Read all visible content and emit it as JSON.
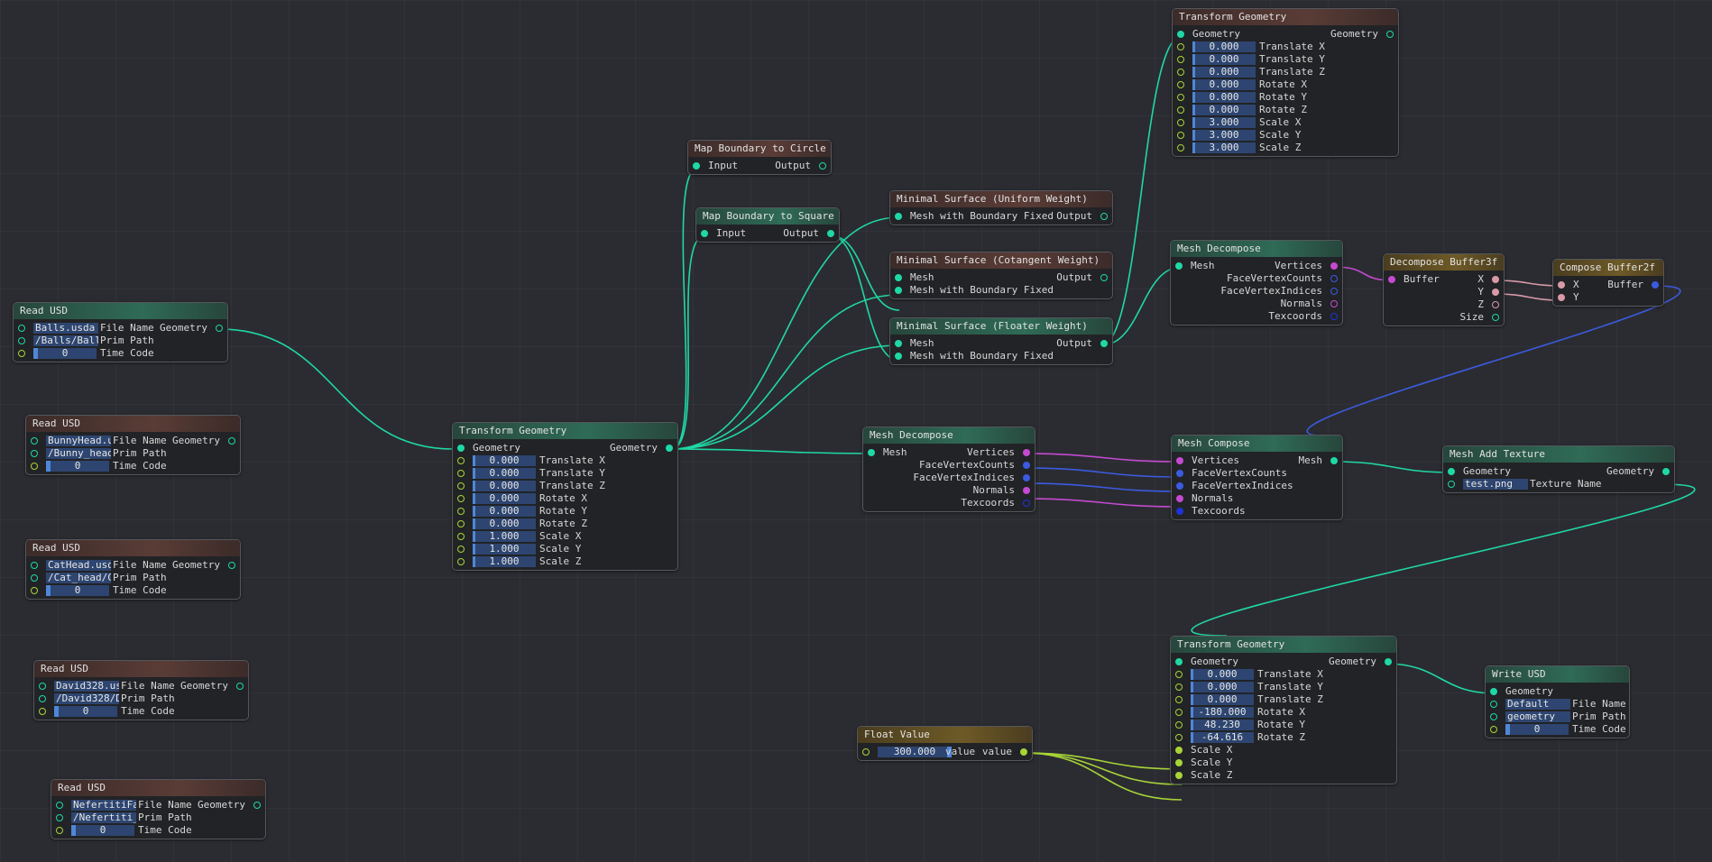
{
  "colors": {
    "geometry": "#1fd8a5",
    "float": "#a8d438",
    "vector": "#c44ad1",
    "int_buffer": "#3b5be0",
    "float2": "#d99aa8",
    "texcoords": "#1e34d6"
  },
  "nodes": {
    "read_balls": {
      "title": "Read USD",
      "file": "Balls.usda",
      "prim": "/Balls/Ball",
      "time": "0",
      "file_label": "File Name",
      "prim_label": "Prim Path",
      "time_label": "Time Code",
      "out": "Geometry"
    },
    "read_bunny": {
      "title": "Read USD",
      "file": "BunnyHead.u",
      "prim": "/Bunny_head",
      "time": "0",
      "file_label": "File Name",
      "prim_label": "Prim Path",
      "time_label": "Time Code",
      "out": "Geometry"
    },
    "read_cat": {
      "title": "Read USD",
      "file": "CatHead.usd",
      "prim": "/Cat_head/C",
      "time": "0",
      "file_label": "File Name",
      "prim_label": "Prim Path",
      "time_label": "Time Code",
      "out": "Geometry"
    },
    "read_david": {
      "title": "Read USD",
      "file": "David328.us",
      "prim": "/David328/D",
      "time": "0",
      "file_label": "File Name",
      "prim_label": "Prim Path",
      "time_label": "Time Code",
      "out": "Geometry"
    },
    "read_nef": {
      "title": "Read USD",
      "file": "NefertitiFa",
      "prim": "/Nefertiti_",
      "time": "0",
      "file_label": "File Name",
      "prim_label": "Prim Path",
      "time_label": "Time Code",
      "out": "Geometry"
    },
    "tg_main": {
      "title": "Transform Geometry",
      "in": "Geometry",
      "out": "Geometry",
      "params": [
        {
          "value": "0.000",
          "label": "Translate X"
        },
        {
          "value": "0.000",
          "label": "Translate Y"
        },
        {
          "value": "0.000",
          "label": "Translate Z"
        },
        {
          "value": "0.000",
          "label": "Rotate X"
        },
        {
          "value": "0.000",
          "label": "Rotate Y"
        },
        {
          "value": "0.000",
          "label": "Rotate Z"
        },
        {
          "value": "1.000",
          "label": "Scale X"
        },
        {
          "value": "1.000",
          "label": "Scale Y"
        },
        {
          "value": "1.000",
          "label": "Scale Z"
        }
      ]
    },
    "map_circle": {
      "title": "Map Boundary to Circle",
      "in": "Input",
      "out": "Output"
    },
    "map_square": {
      "title": "Map Boundary to Square",
      "in": "Input",
      "out": "Output"
    },
    "ms_uniform": {
      "title": "Minimal Surface (Uniform Weight)",
      "in1": "Mesh with Boundary Fixed",
      "out": "Output"
    },
    "ms_cotangent": {
      "title": "Minimal Surface (Cotangent Weight)",
      "in1": "Mesh",
      "in2": "Mesh with Boundary Fixed",
      "out": "Output"
    },
    "ms_floater": {
      "title": "Minimal Surface (Floater Weight)",
      "in1": "Mesh",
      "in2": "Mesh with Boundary Fixed",
      "out": "Output"
    },
    "tg_top": {
      "title": "Transform Geometry",
      "in": "Geometry",
      "out": "Geometry",
      "params": [
        {
          "value": "0.000",
          "label": "Translate X"
        },
        {
          "value": "0.000",
          "label": "Translate Y"
        },
        {
          "value": "0.000",
          "label": "Translate Z"
        },
        {
          "value": "0.000",
          "label": "Rotate X"
        },
        {
          "value": "0.000",
          "label": "Rotate Y"
        },
        {
          "value": "0.000",
          "label": "Rotate Z"
        },
        {
          "value": "3.000",
          "label": "Scale X"
        },
        {
          "value": "3.000",
          "label": "Scale Y"
        },
        {
          "value": "3.000",
          "label": "Scale Z"
        }
      ]
    },
    "mesh_decompose_top": {
      "title": "Mesh Decompose",
      "in": "Mesh",
      "outs": [
        "Vertices",
        "FaceVertexCounts",
        "FaceVertexIndices",
        "Normals",
        "Texcoords"
      ]
    },
    "decompose_buffer": {
      "title": "Decompose Buffer3f",
      "in": "Buffer",
      "outs": [
        "X",
        "Y",
        "Z",
        "Size"
      ]
    },
    "compose_buffer": {
      "title": "Compose Buffer2f",
      "ins": [
        "X",
        "Y"
      ],
      "out": "Buffer"
    },
    "mesh_decompose_mid": {
      "title": "Mesh Decompose",
      "in": "Mesh",
      "outs": [
        "Vertices",
        "FaceVertexCounts",
        "FaceVertexIndices",
        "Normals",
        "Texcoords"
      ]
    },
    "mesh_compose": {
      "title": "Mesh Compose",
      "ins": [
        "Vertices",
        "FaceVertexCounts",
        "FaceVertexIndices",
        "Normals",
        "Texcoords"
      ],
      "out": "Mesh"
    },
    "mesh_add_texture": {
      "title": "Mesh Add Texture",
      "in": "Geometry",
      "out": "Geometry",
      "texture": "test.png",
      "texture_label": "Texture Name"
    },
    "tg_bottom": {
      "title": "Transform Geometry",
      "in": "Geometry",
      "out": "Geometry",
      "params": [
        {
          "value": "0.000",
          "label": "Translate X"
        },
        {
          "value": "0.000",
          "label": "Translate Y"
        },
        {
          "value": "0.000",
          "label": "Translate Z"
        },
        {
          "value": "-180.000",
          "label": "Rotate X"
        },
        {
          "value": "48.230",
          "label": "Rotate Y"
        },
        {
          "value": "-64.616",
          "label": "Rotate Z"
        }
      ],
      "scale_inputs": [
        "Scale X",
        "Scale Y",
        "Scale Z"
      ]
    },
    "float_value": {
      "title": "Float Value",
      "value": "300.000",
      "in_label": "value",
      "out": "value"
    },
    "write_usd": {
      "title": "Write USD",
      "in": "Geometry",
      "file": "Default",
      "file_label": "File Name",
      "prim": "geometry",
      "prim_label": "Prim Path",
      "time": "0",
      "time_label": "Time Code"
    }
  }
}
